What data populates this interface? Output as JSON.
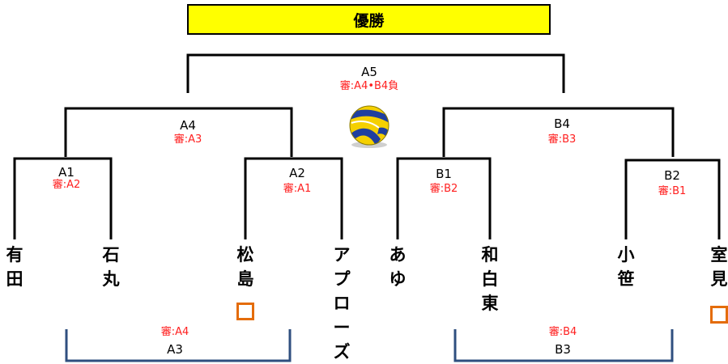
{
  "title": "優勝",
  "matches": {
    "A5": {
      "name": "A5",
      "ref": "審:A4•B4負"
    },
    "A4": {
      "name": "A4",
      "ref": "審:A3"
    },
    "B4": {
      "name": "B4",
      "ref": "審:B3"
    },
    "A1": {
      "name": "A1",
      "ref": "審:A2"
    },
    "A2": {
      "name": "A2",
      "ref": "審:A1"
    },
    "B1": {
      "name": "B1",
      "ref": "審:B2"
    },
    "B2": {
      "name": "B2",
      "ref": "審:B1"
    },
    "A3": {
      "name": "A3",
      "ref": "審:A4"
    },
    "B3": {
      "name": "B3",
      "ref": "審:B4"
    }
  },
  "teams": [
    "有田",
    "石丸",
    "松島",
    "アプローズ",
    "あゆ",
    "和白東",
    "小笹",
    "室見"
  ],
  "colors": {
    "line": "#000000",
    "winner_fill": "#ffff00",
    "referee_text": "#ff2020",
    "bracket_blue": "#2f4f7f",
    "marker_orange": "#e46c0a"
  },
  "icons": {
    "ball": "volleyball-icon",
    "marker": "square-marker-icon"
  }
}
